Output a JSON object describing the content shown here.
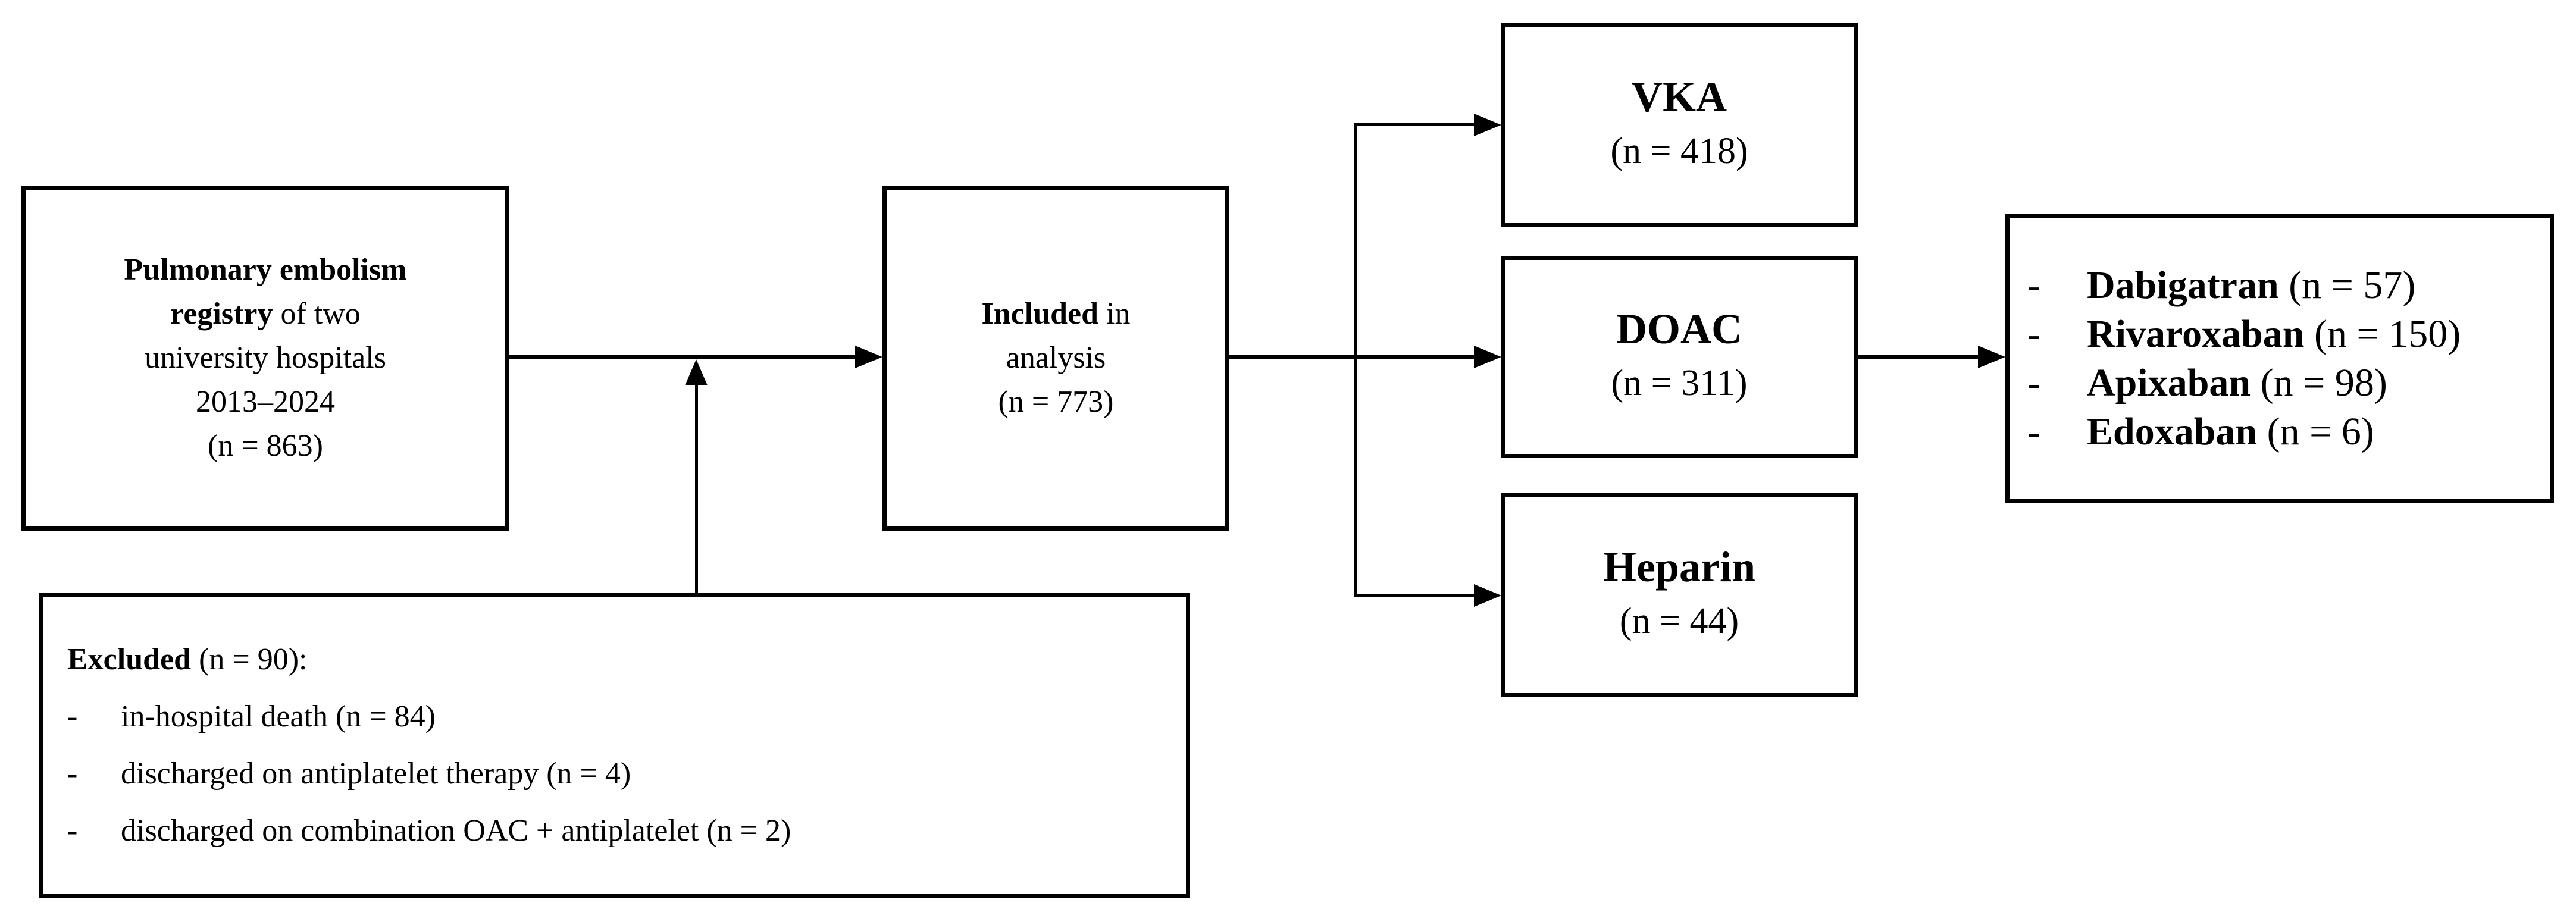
{
  "figure": {
    "background_color": "#ffffff",
    "line_color": "#000000",
    "type": "study-flow-diagram"
  },
  "boxes": {
    "registry": {
      "line1_bold": "Pulmonary embolism",
      "line2_bold": "registry",
      "line2_regular": " of two",
      "line3": "university hospitals",
      "line4": "2013–2024",
      "line5": "(n = 863)"
    },
    "included": {
      "line1_bold": "Included",
      "line1_regular": " in",
      "line2": "analysis",
      "line3": "(n = 773)"
    },
    "vka": {
      "title": "VKA",
      "count": "(n = 418)"
    },
    "doac": {
      "title": "DOAC",
      "count": "(n = 311)"
    },
    "heparin": {
      "title": "Heparin",
      "count": "(n = 44)"
    },
    "doac_detail": {
      "items": [
        {
          "marker": "-",
          "name": "Dabigatran",
          "count": " (n = 57)"
        },
        {
          "marker": "-",
          "name": "Rivaroxaban",
          "count": " (n = 150)"
        },
        {
          "marker": "-",
          "name": "Apixaban",
          "count": " (n = 98)"
        },
        {
          "marker": "-",
          "name": "Edoxaban",
          "count": " (n = 6)"
        }
      ]
    },
    "excluded": {
      "title_bold": "Excluded",
      "title_regular": " (n = 90):",
      "items": [
        {
          "marker": "-",
          "text": "in-hospital death (n = 84)"
        },
        {
          "marker": "-",
          "text": "discharged on antiplatelet therapy (n = 4)"
        },
        {
          "marker": "-",
          "text": "discharged on combination OAC + antiplatelet (n = 2)"
        }
      ]
    }
  }
}
